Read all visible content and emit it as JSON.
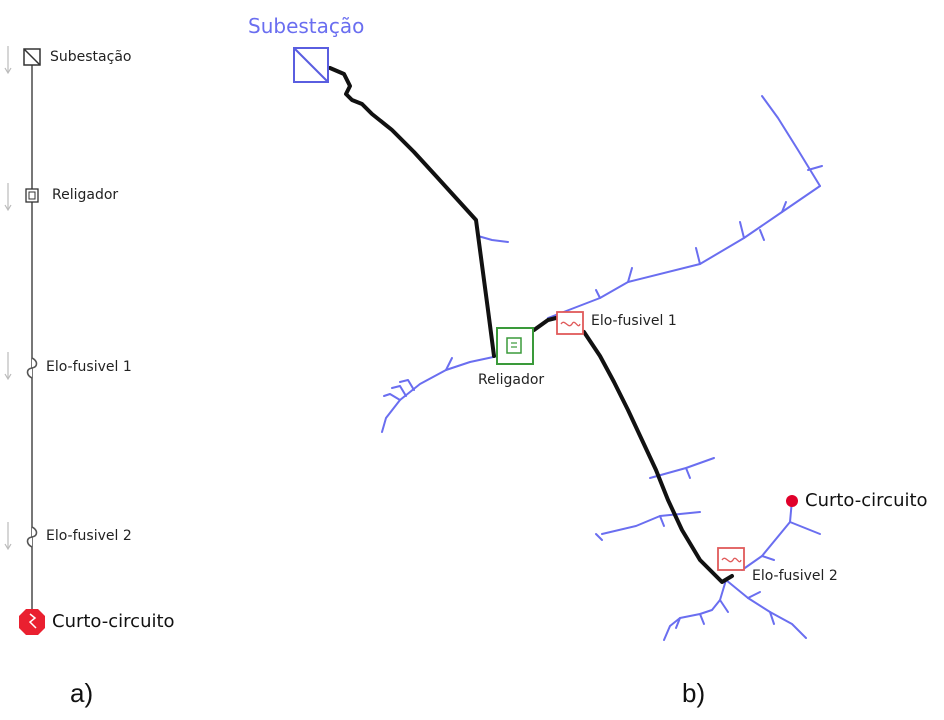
{
  "panel_a": {
    "label": "a)",
    "items": [
      {
        "id": "substation",
        "label": "Subestação",
        "icon": "substation-icon"
      },
      {
        "id": "recloser",
        "label": "Religador",
        "icon": "recloser-icon"
      },
      {
        "id": "fuse1",
        "label": "Elo-fusivel 1",
        "icon": "fuse-icon"
      },
      {
        "id": "fuse2",
        "label": "Elo-fusivel 2",
        "icon": "fuse-icon"
      },
      {
        "id": "fault",
        "label": "Curto-circuito",
        "icon": "fault-icon"
      }
    ]
  },
  "panel_b": {
    "label": "b)",
    "substation_label": "Subestação",
    "recloser_label": "Religador",
    "fuse1_label": "Elo-fusivel 1",
    "fuse2_label": "Elo-fusivel 2",
    "fault_label": "Curto-circuito"
  },
  "colors": {
    "network": "#6a6ef0",
    "path": "#111111",
    "recloser": "#3a9a3a",
    "fuse": "#e05a5a",
    "fault": "#e0002a",
    "substation": "#5a5ee0",
    "feeder_line": "#777777"
  }
}
